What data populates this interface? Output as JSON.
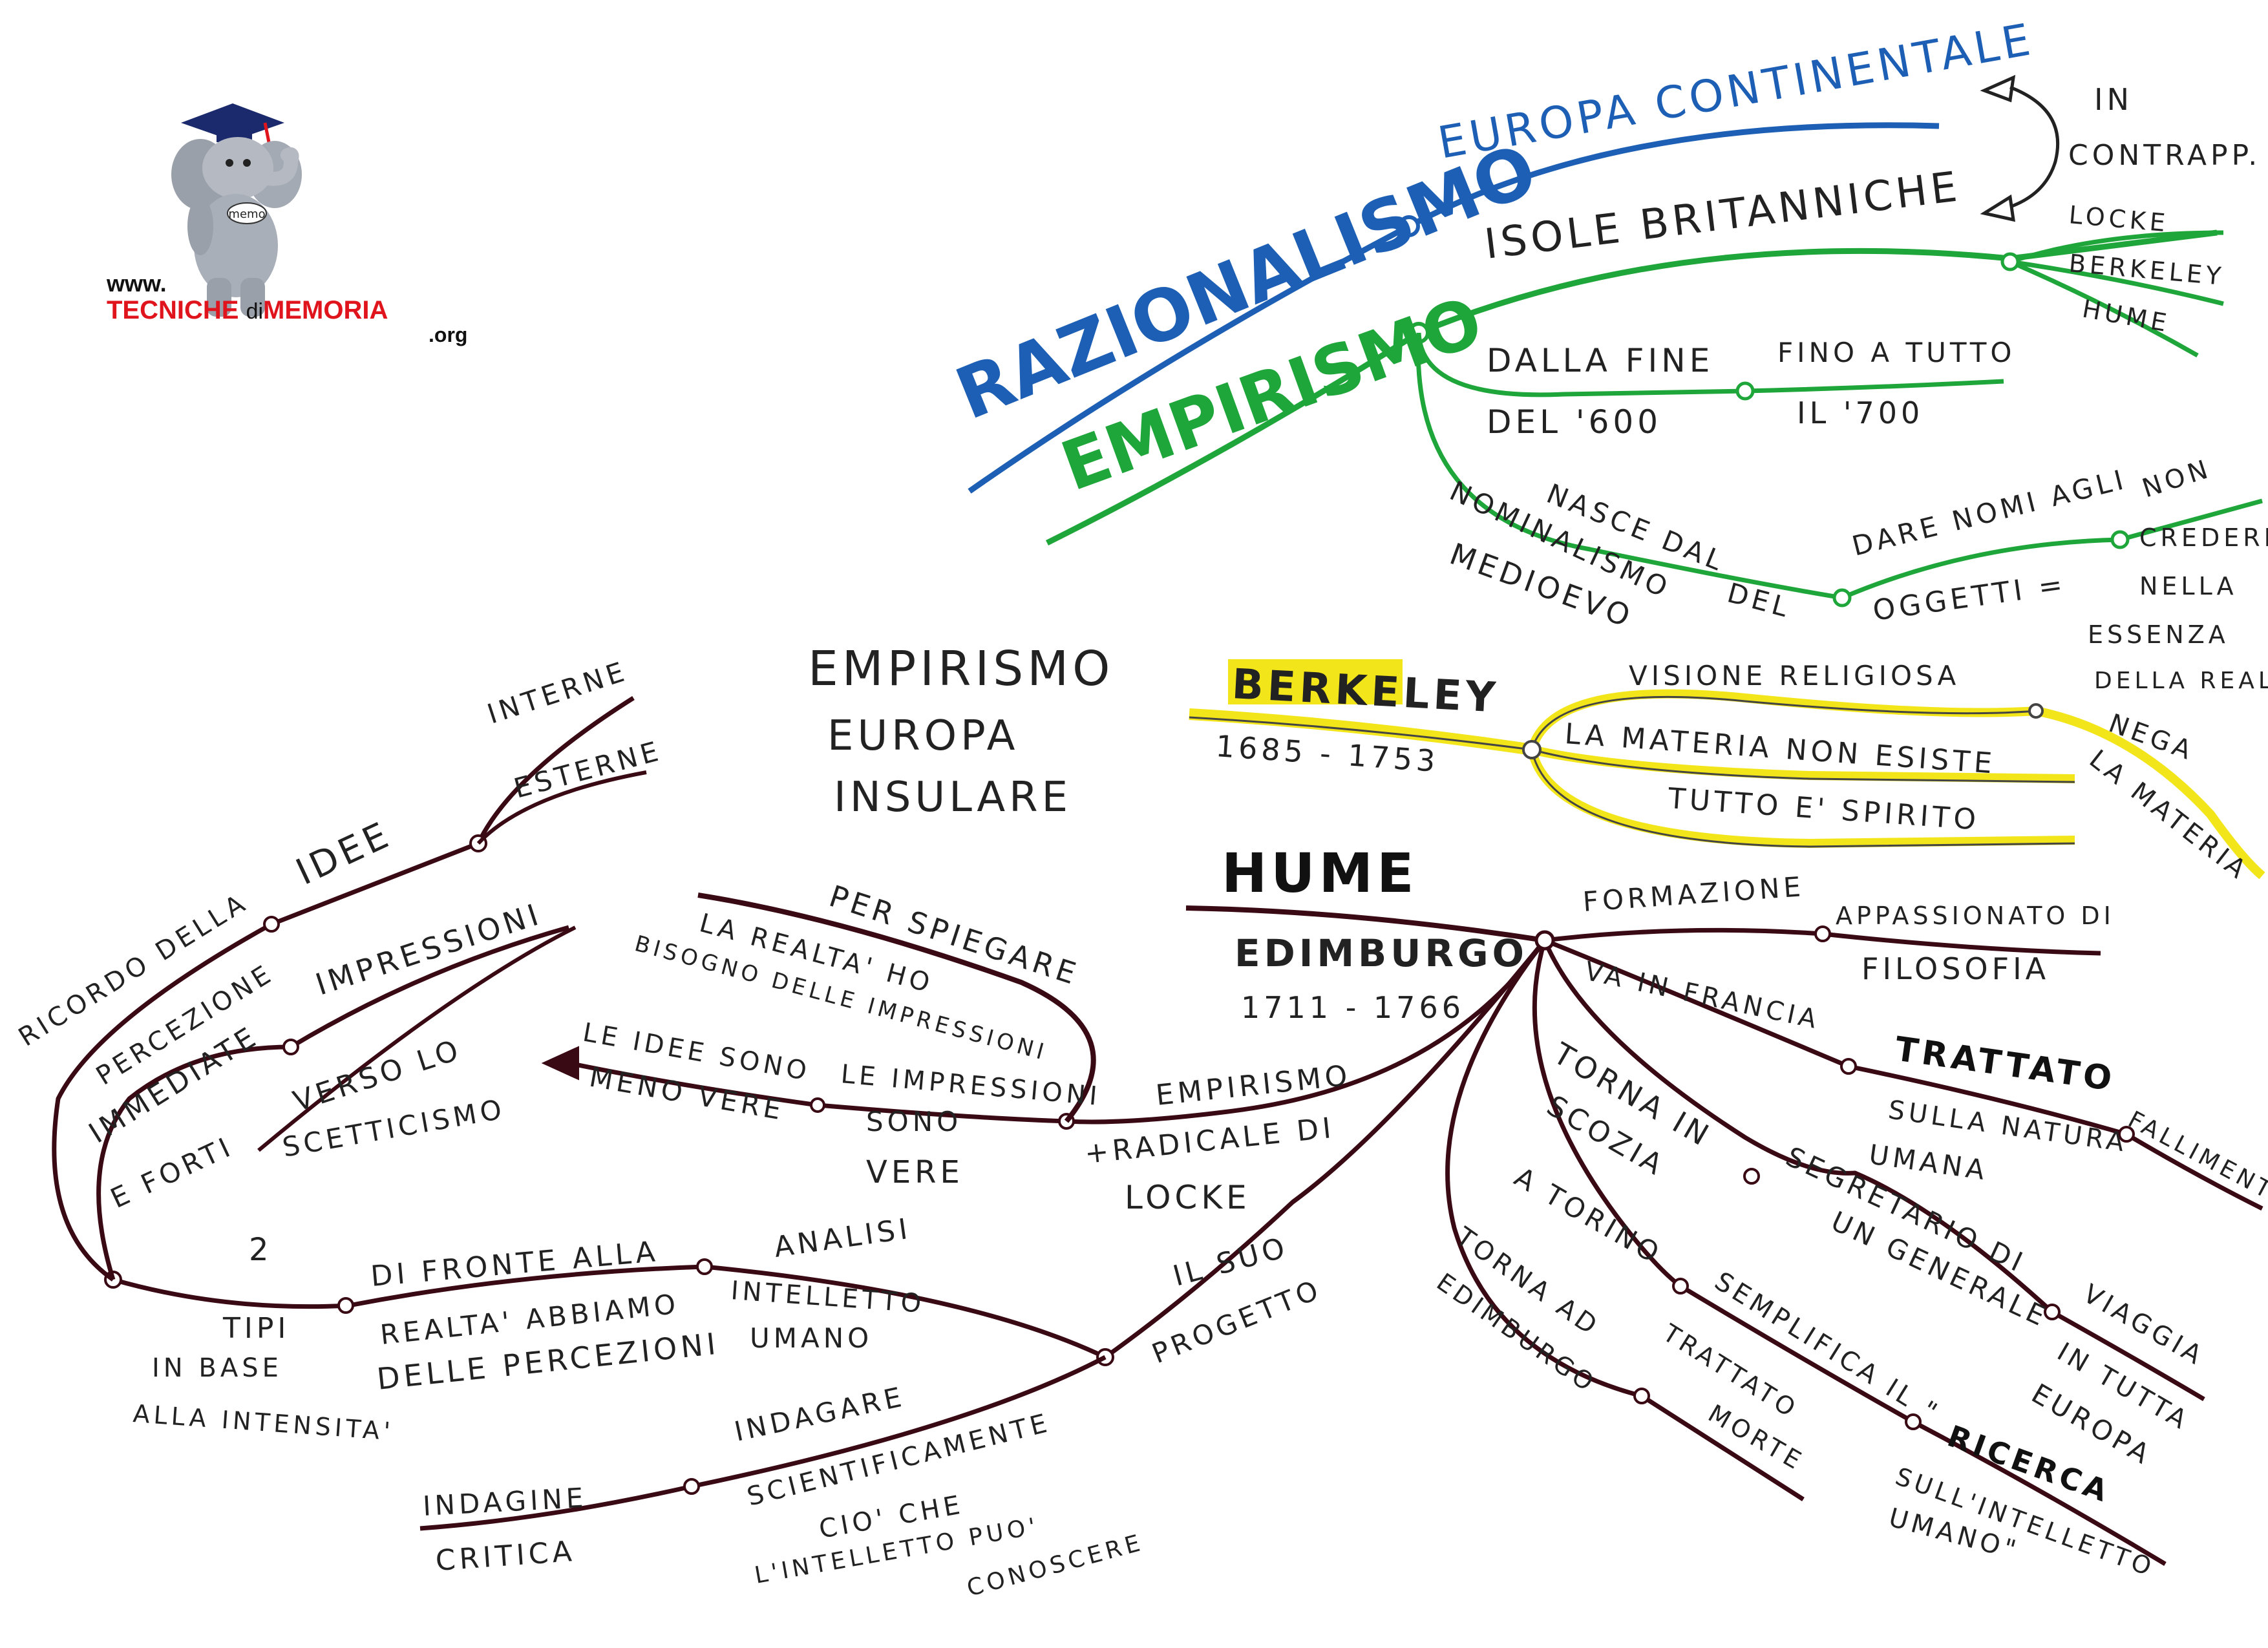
{
  "logo": {
    "badge_text": "memo",
    "www": "www.",
    "brand_left": "TECNICHE",
    "brand_di": "di",
    "brand_right": "MEMORIA",
    "org": ".org"
  },
  "colors": {
    "blue": "#1d5fb4",
    "green": "#1fa63a",
    "yellow": "#f2e61a",
    "maroon": "#5a1020",
    "ink": "#222222"
  },
  "top_map": {
    "razionalismo": "RAZIONALISMO",
    "europa_continentale": "EUROPA CONTINENTALE",
    "in_contrapp_1": "IN",
    "in_contrapp_2": "CONTRAPP.",
    "empirismo": "EMPIRISMO",
    "isole_britanniche": "ISOLE BRITANNICHE",
    "locke": "LOCKE",
    "berkeley": "BERKELEY",
    "hume": "HUME",
    "dalla_fine": "DALLA FINE",
    "del_600": "DEL '600",
    "fino_a_tutto": "FINO A TUTTO",
    "il_700": "IL '700",
    "nasce_dal": "NASCE DAL",
    "nominalismo": "NOMINALISMO",
    "del": "DEL",
    "medioevo": "MEDIOEVO",
    "dare_nomi": "DARE NOMI AGLI",
    "oggetti": "OGGETTI =",
    "non": "NON",
    "credere": "CREDERE",
    "nella": "NELLA",
    "essenza": "ESSENZA",
    "della_realta": "DELLA REALTA'"
  },
  "center_title": {
    "line1": "EMPIRISMO",
    "line2": "EUROPA",
    "line3": "INSULARE"
  },
  "berkeley_map": {
    "name": "BERKELEY",
    "dates": "1685 - 1753",
    "visione": "VISIONE RELIGIOSA",
    "materia": "LA MATERIA NON ESISTE",
    "spirito": "TUTTO E' SPIRITO",
    "nega": "NEGA",
    "la_materia": "LA MATERIA"
  },
  "hume_map": {
    "name": "HUME",
    "city": "EDIMBURGO",
    "dates": "1711 - 1766",
    "formazione": "FORMAZIONE",
    "appassionato": "APPASSIONATO DI",
    "filosofia": "FILOSOFIA",
    "va_in_francia": "VA IN FRANCIA",
    "trattato": "TRATTATO",
    "sulla_natura": "SULLA NATURA",
    "umana": "UMANA",
    "fallimento": "FALLIMENTO",
    "torna_in": "TORNA IN",
    "scozia": "SCOZIA",
    "segretario": "SEGRETARIO DI",
    "un_generale": "UN GENERALE",
    "viaggia": "VIAGGIA",
    "in_tutta": "IN TUTTA",
    "europa": "EUROPA",
    "a_torino": "A TORINO",
    "semplifica": "SEMPLIFICA IL \"",
    "ricerca": "RICERCA",
    "sull_intelletto": "SULL'INTELLETTO",
    "umano": "UMANO\"",
    "torna_ad": "TORNA AD",
    "edimburgo2": "EDIMBURGO",
    "trattato2": "TRATTATO",
    "morte": "MORTE",
    "empirismo": "EMPIRISMO",
    "radicale": "+RADICALE DI",
    "locke": "LOCKE",
    "il_suo": "IL SUO",
    "progetto": "PROGETTO"
  },
  "left_map": {
    "idee": "IDEE",
    "interne": "INTERNE",
    "esterne": "ESTERNE",
    "ricordo": "RICORDO DELLA",
    "percezione": "PERCEZIONE",
    "impressioni": "IMPRESSIONI",
    "immediate": "IMMEDIATE",
    "e_forti": "E FORTI",
    "verso_lo": "VERSO LO",
    "scetticismo": "SCETTICISMO",
    "per_spiegare": "PER SPIEGARE",
    "la_realta": "LA REALTA' HO",
    "bisogno": "BISOGNO DELLE IMPRESSIONI",
    "le_idee": "LE IDEE SONO",
    "meno_vere": "MENO VERE",
    "le_impressioni": "LE IMPRESSIONI",
    "sono": "SONO",
    "vere": "VERE",
    "two": "2",
    "tipi": "TIPI",
    "in_base": "IN BASE",
    "alla_intensita": "ALLA INTENSITA'",
    "di_fronte": "DI FRONTE ALLA",
    "realta_abbiamo": "REALTA' ABBIAMO",
    "delle_percezioni": "DELLE PERCEZIONI",
    "analisi": "ANALISI",
    "intelletto": "INTELLETTO",
    "umano": "UMANO",
    "indagare": "INDAGARE",
    "scientificamente": "SCIENTIFICAMENTE",
    "cio_che": "CIO' CHE",
    "l_intelletto": "L'INTELLETTO PUO'",
    "conoscere": "CONOSCERE",
    "indagine": "INDAGINE",
    "critica": "CRITICA"
  }
}
